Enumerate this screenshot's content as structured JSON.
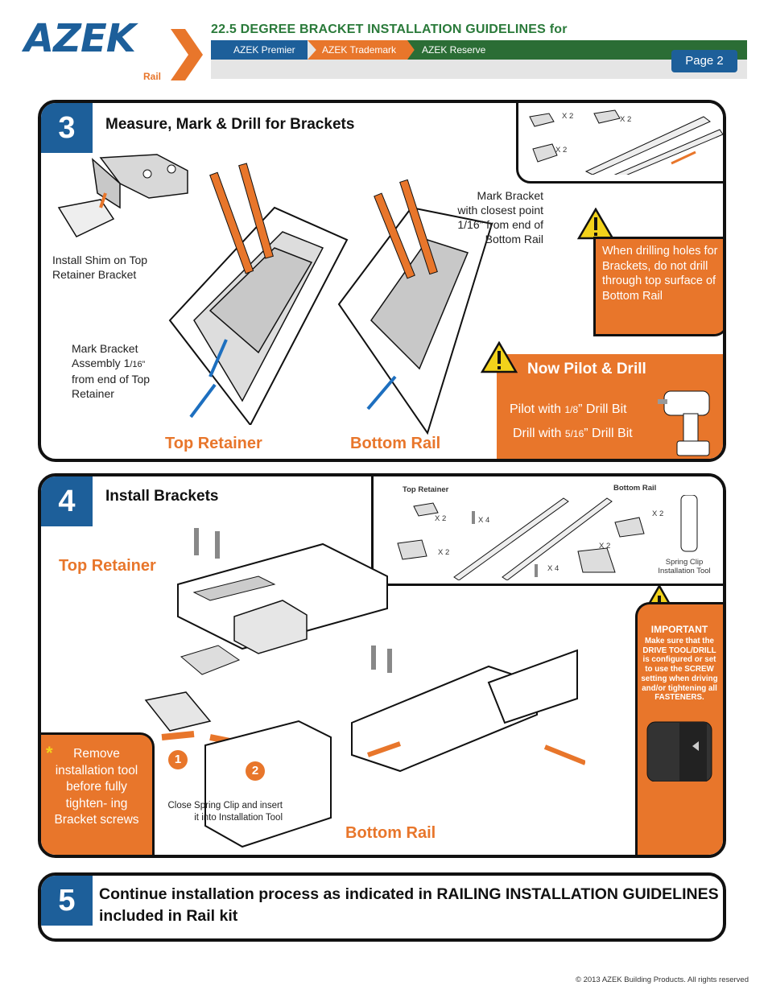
{
  "header": {
    "logo": "AZEK",
    "logo_sub": "Rail",
    "title": "22.5 DEGREE BRACKET INSTALLATION GUIDELINES for",
    "tabs": [
      "AZEK Premier",
      "AZEK Trademark",
      "AZEK Reserve"
    ],
    "page_label": "Page 2"
  },
  "step3": {
    "number": "3",
    "title": "Measure, Mark & Drill for Brackets",
    "kit_labels": [
      "X 2",
      "X 2",
      "X 2"
    ],
    "shim_note": "Install Shim on Top Retainer Bracket",
    "mark_assembly_note": {
      "line1": "Mark Bracket",
      "line2a": "Assembly 1",
      "line2b": "/16”",
      "line3": "from end of Top",
      "line4": "Retainer"
    },
    "mark_bracket_note": {
      "line1": "Mark Bracket",
      "line2": "with closest point",
      "line3a": "1",
      "line3b": "/16” from end of",
      "line4": "Bottom Rail"
    },
    "warning_text": "When drilling holes for Brackets, do not drill through top surface of Bottom Rail",
    "pilot_title": "Now Pilot & Drill",
    "pilot_line": {
      "a": "Pilot with ",
      "b": "1/8",
      "c": "” Drill Bit"
    },
    "drill_line": {
      "a": "Drill with ",
      "b": "5/16",
      "c": "” Drill Bit"
    },
    "label_top": "Top Retainer",
    "label_bottom": "Bottom Rail",
    "colors": {
      "accent_orange": "#e8762b",
      "accent_blue": "#1d5f9a"
    }
  },
  "step4": {
    "number": "4",
    "title": "Install Brackets",
    "kit": {
      "top_retainer_label": "Top Retainer",
      "bottom_rail_label": "Bottom Rail",
      "qty": [
        "X 2",
        "X 4",
        "X 2",
        "X 2",
        "X 4",
        "X 2"
      ],
      "tool_label": "Spring Clip Installation Tool"
    },
    "important_title": "IMPORTANT",
    "important_text": "Make sure that the DRIVE TOOL/DRILL is configured or set to use the SCREW setting when driving and/or tightening all FASTENERS.",
    "label_top": "Top Retainer",
    "label_bottom": "Bottom Rail",
    "remove_note": "Remove installation tool before fully tighten- ing Bracket screws",
    "spring_clip_note": "Close Spring Clip and insert it into Installation Tool",
    "callout_1": "1",
    "callout_2": "2"
  },
  "step5": {
    "number": "5",
    "text": "Continue installation process as indicated in RAILING INSTALLATION GUIDELINES included in Rail kit"
  },
  "footer": {
    "copyright": "© 2013 AZEK Building Products. All rights reserved"
  }
}
